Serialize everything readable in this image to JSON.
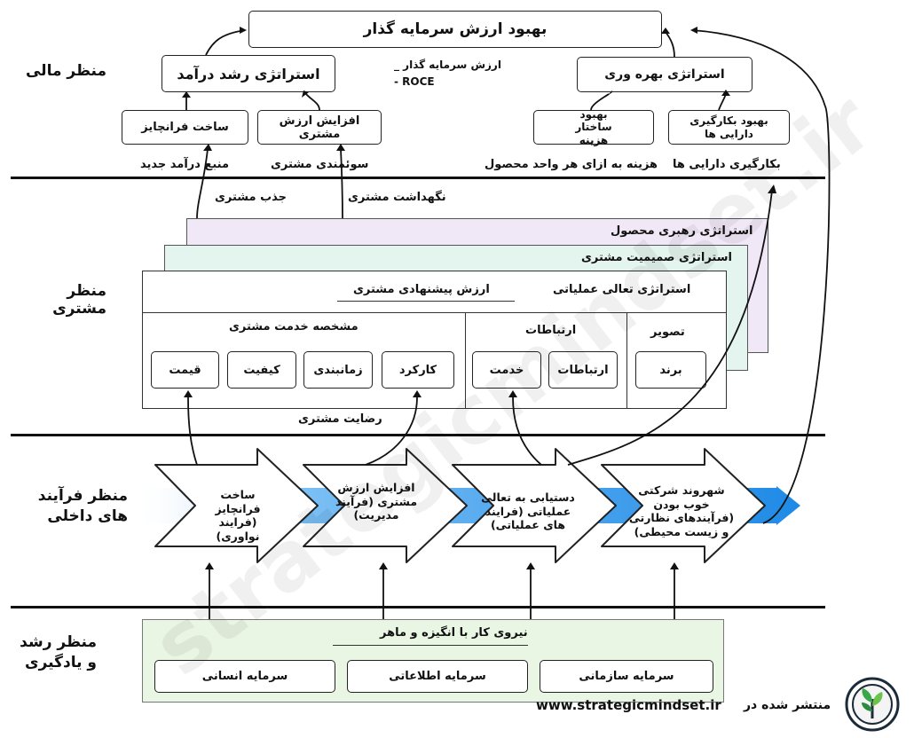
{
  "perspectives": {
    "financial": "منظر مالی",
    "customer": "منظر مشتری",
    "internal": "منظر فرآیند های داخلی",
    "learning": "منظر رشد و یادگیری"
  },
  "financial": {
    "top_goal": "بهبود ارزش سرمایه گذار",
    "growth_strategy": "استراتژی رشد درآمد",
    "productivity_strategy": "استراتژی بهره وری",
    "investor_value_lines": [
      "ارزش سرمایه گذار _",
      "- ROCE"
    ],
    "franchise": "ساخت فرانچایز",
    "customer_value": "افزایش ارزش مشتری",
    "cost_structure": "بهبود ساختار هزینه",
    "asset_utilization": "بهبود بکارگیری دارایی ها",
    "new_revenue": "منبع درآمد جدید",
    "customer_profitability": "سوئمندی مشتری",
    "unit_cost": "هزینه به ازای هر واحد محصول",
    "asset_use": "بکارگیری دارایی ها"
  },
  "customer": {
    "acquisition": "جذب مشتری",
    "retention": "نگهداشت مشتری",
    "product_leadership": "استراتژی رهبری محصول",
    "customer_intimacy": "استراتژی صمیمیت مشتری",
    "operational_excellence": "استراتژی تعالی عملیاتی",
    "value_proposition": "ارزش پیشنهادی مشتری",
    "attributes_header": "مشخصه  خدمت مشتری",
    "relations_header": "ارتباطات",
    "image_header": "تصویر",
    "attributes": [
      "کارکرد",
      "زمانبندی",
      "کیفیت",
      "قیمت"
    ],
    "relations": [
      "ارتباطات",
      "خدمت"
    ],
    "image": [
      "برند"
    ],
    "satisfaction": "رضایت مشتری"
  },
  "internal": {
    "processes": [
      "ساخت فرانچایز (فرایند نواوری)",
      "افزایش ارزش مشتری (فرآیند مدیریت)",
      "دستیابی به تعالی عملیاتی (فرایند های عملیاتی)",
      "شهروند شرکتی خوب بودن (فرآیندهای نظارتی و زیست محیطی)"
    ]
  },
  "learning": {
    "workforce": "نیروی کار با انگیزه و ماهر",
    "capitals": [
      "سرمایه انسانی",
      "سرمایه اطلاعاتی",
      "سرمایه سازمانی"
    ]
  },
  "footer": {
    "published": "منتشر شده در",
    "url": "www.strategicmindset.ir"
  },
  "watermark": "strategicmindset.ir",
  "colors": {
    "product_layer": "#f1e8f7",
    "intimacy_layer": "#e4f4ef",
    "learning_box": "#eaf6e4",
    "arrow_band": "#1e8ae6"
  }
}
